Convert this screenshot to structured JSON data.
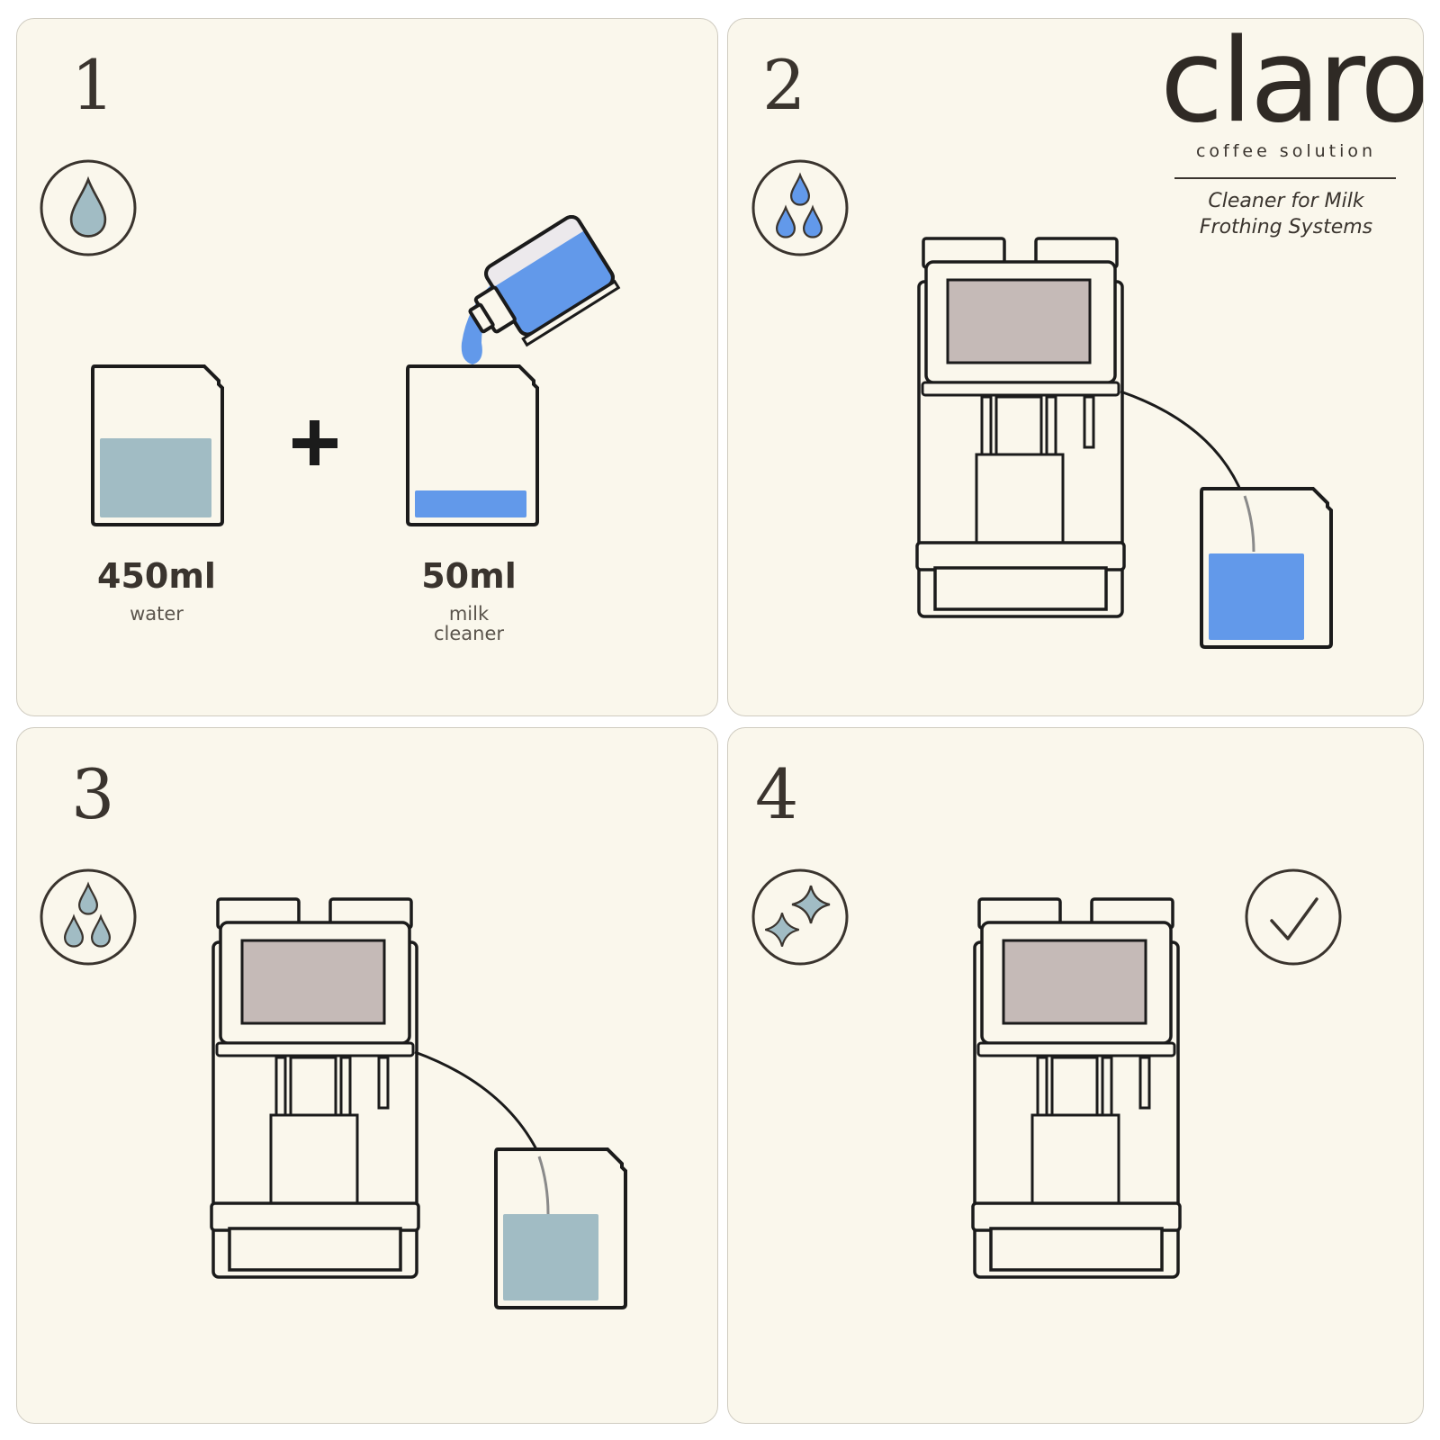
{
  "brand": {
    "name": "claro",
    "tagline": "coffee solution",
    "product": "Cleaner for Milk Frothing Systems",
    "product_line1": "Cleaner for Milk",
    "product_line2": "Frothing Systems"
  },
  "steps": [
    {
      "number": "1",
      "icon": "single-drop-icon"
    },
    {
      "number": "2",
      "icon": "three-drops-icon"
    },
    {
      "number": "3",
      "icon": "three-drops-icon"
    },
    {
      "number": "4",
      "icon": "sparkles-icon"
    }
  ],
  "mix": {
    "water_amount": "450ml",
    "water_label": "water",
    "cleaner_amount": "50ml",
    "cleaner_label": "milk\ncleaner"
  },
  "done_icon": "checkmark-icon",
  "colors": {
    "panel_bg": "#faf7ec",
    "outline": "#1b1b1b",
    "water": "#a1bcc4",
    "cleaner": "#6299ea",
    "screen": "#c5bab7",
    "text": "#3a342e"
  }
}
